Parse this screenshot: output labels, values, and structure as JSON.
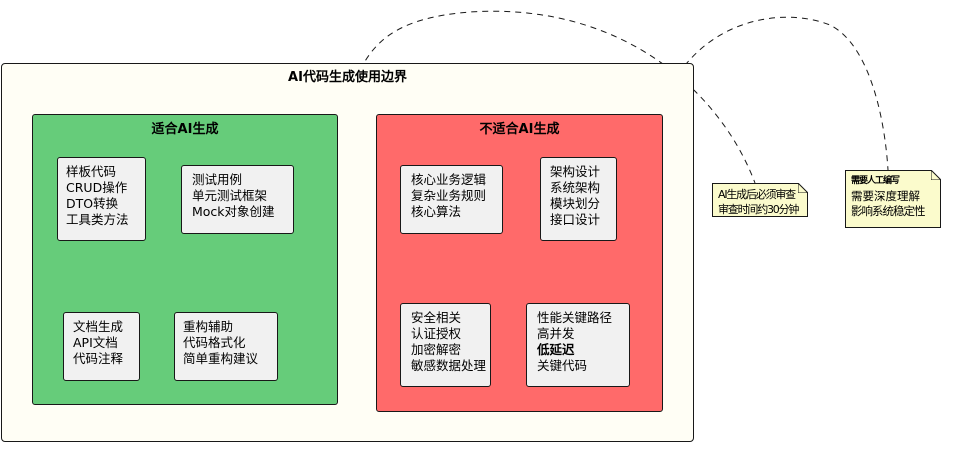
{
  "diagram": {
    "title": "AI代码生成使用边界",
    "suitable": {
      "title": "适合AI生成",
      "cards": [
        {
          "lines": [
            "样板代码",
            "CRUD操作",
            "DTO转换",
            "工具类方法"
          ]
        },
        {
          "lines": [
            "测试用例",
            "单元测试框架",
            "Mock对象创建"
          ]
        },
        {
          "lines": [
            "文档生成",
            "API文档",
            "代码注释"
          ]
        },
        {
          "lines": [
            "重构辅助",
            "代码格式化",
            "简单重构建议"
          ]
        }
      ]
    },
    "unsuitable": {
      "title": "不适合AI生成",
      "cards": [
        {
          "lines": [
            "核心业务逻辑",
            "复杂业务规则",
            "核心算法"
          ]
        },
        {
          "lines": [
            "架构设计",
            "系统架构",
            "模块划分",
            "接口设计"
          ]
        },
        {
          "lines": [
            "安全相关",
            "认证授权",
            "加密解密",
            "敏感数据处理"
          ]
        },
        {
          "lines": [
            "性能关键路径",
            "高并发",
            "低延迟",
            "关键代码"
          ]
        }
      ]
    },
    "notes": [
      {
        "lines": [
          "AI生成后必须审查",
          "审查时间约30分钟"
        ]
      },
      {
        "lines": [
          "需要人工编写",
          "需要深度理解",
          "影响系统稳定性"
        ]
      }
    ],
    "colors": {
      "suitable": "#66cc7a",
      "unsuitable": "#ff6a6a",
      "outer": "#fffef5",
      "card": "#f1f1f1",
      "note": "#fbfbcc"
    }
  }
}
